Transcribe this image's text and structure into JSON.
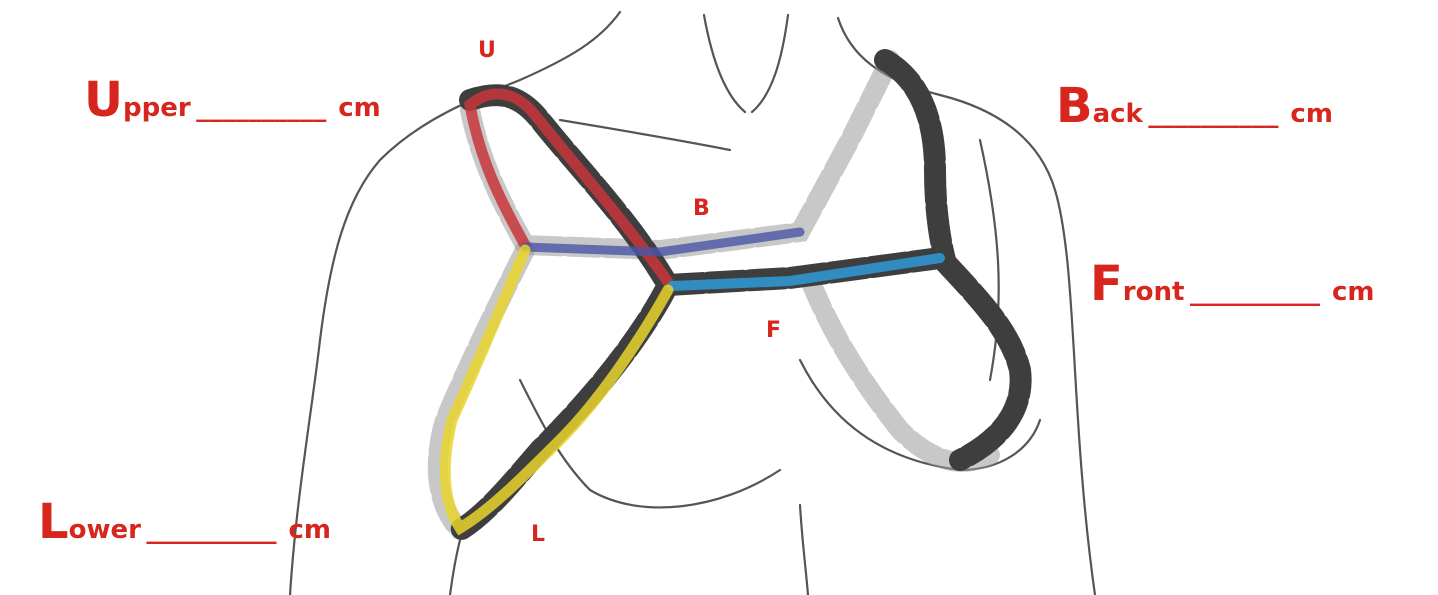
{
  "labels": {
    "upper": {
      "initial": "U",
      "rest": "pper",
      "blank": "__________",
      "unit": "cm"
    },
    "back": {
      "initial": "B",
      "rest": "ack",
      "blank": "__________",
      "unit": "cm"
    },
    "front": {
      "initial": "F",
      "rest": "ront",
      "blank": "__________",
      "unit": "cm"
    },
    "lower": {
      "initial": "L",
      "rest": "ower",
      "blank": "__________",
      "unit": "cm"
    }
  },
  "markers": {
    "u": "U",
    "b": "B",
    "f": "F",
    "l": "L"
  },
  "colors": {
    "text": "#d7261e",
    "upper_segment": "#c8353a",
    "back_segment": "#4a56a8",
    "front_segment": "#2f95cf",
    "lower_segment": "#e8d32c",
    "chain_dark": "#4a4a4a",
    "chain_light": "#b8b8b8",
    "body_outline": "#555555"
  }
}
